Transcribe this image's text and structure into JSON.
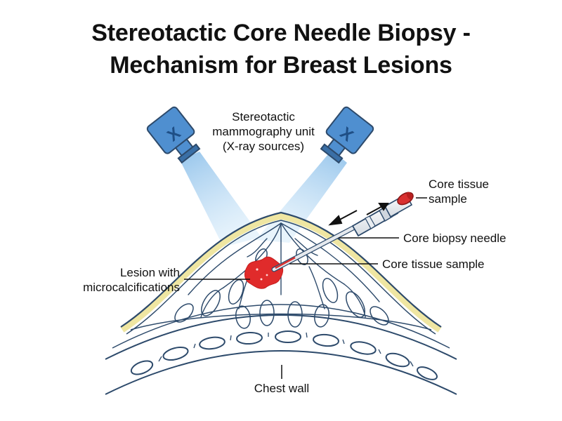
{
  "title": {
    "line1": "Stereotactic Core Needle Biopsy -",
    "line2": "Mechanism for Breast Lesions"
  },
  "labels": {
    "xray_unit": [
      "Stereotactic",
      "mammography unit",
      "(X-ray sources)"
    ],
    "core_sample_top": [
      "Core tissue",
      "sample"
    ],
    "needle": "Core biopsy needle",
    "core_sample_mid": "Core tissue sample",
    "lesion": [
      "Lesion with",
      "microcalcifications"
    ],
    "chest_wall": "Chest wall"
  },
  "icons": {
    "xray_source_glyph": "X"
  },
  "colors": {
    "outline": "#2d4a6b",
    "xray_unit": "#4f8fd0",
    "beam": "#9fcbee",
    "skin": "#efe6a2",
    "lesion": "#e02b2b",
    "sample": "#d93030"
  }
}
